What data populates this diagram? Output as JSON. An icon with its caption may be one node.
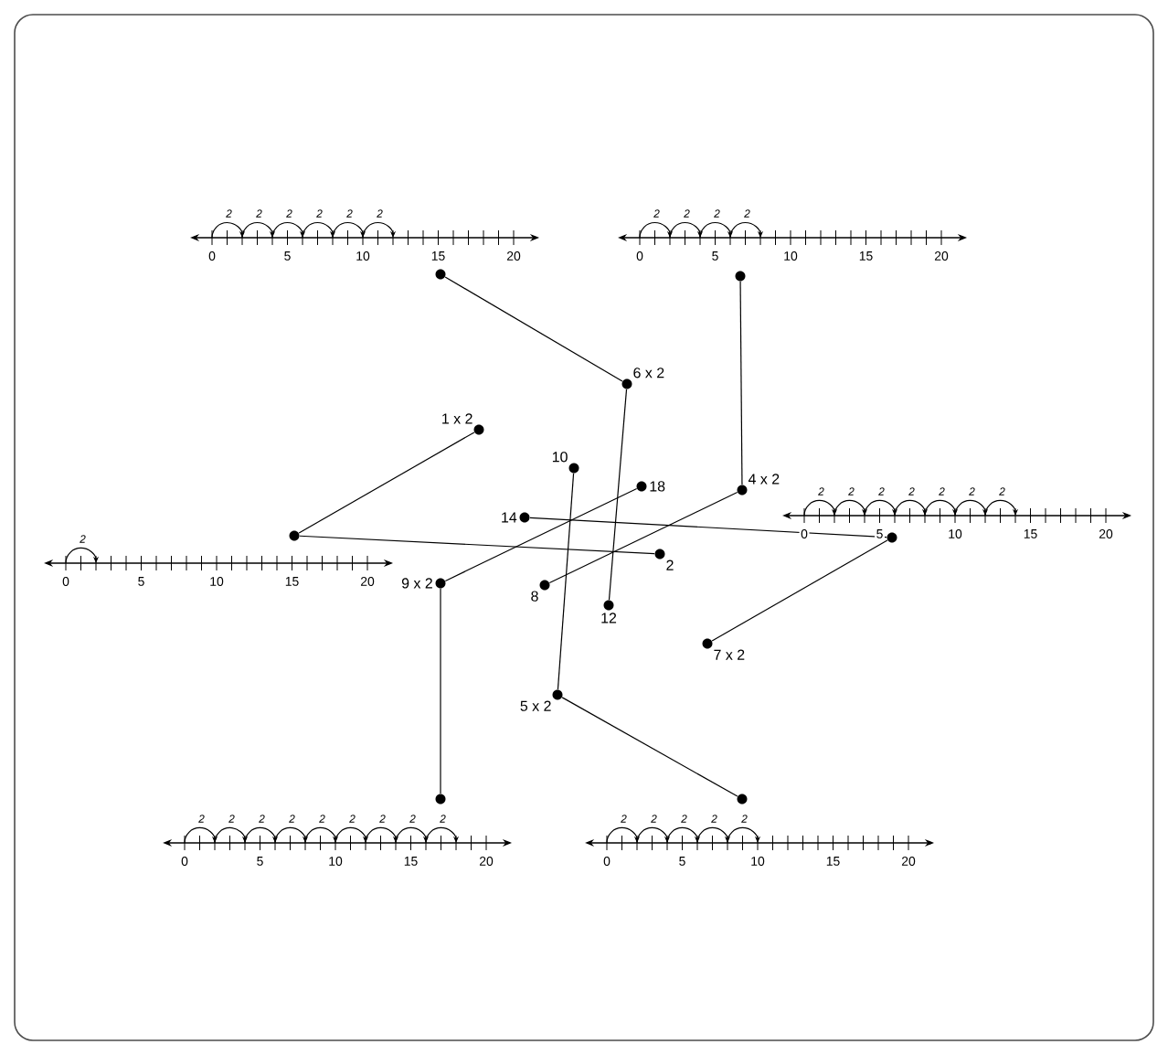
{
  "diagram": {
    "nodes": [
      {
        "text": [],
        "shape": "circle"
      },
      {
        "text": [],
        "shape": "circle"
      },
      {
        "text": [
          "6 x 2"
        ]
      },
      {
        "text": [
          "1 x 2"
        ]
      },
      {
        "text": [
          "10"
        ]
      },
      {
        "text": [
          "18"
        ]
      },
      {
        "text": [
          "4 x 2"
        ]
      },
      {
        "text": [
          "14"
        ]
      },
      {
        "text": [],
        "shape": "circle"
      },
      {
        "text": [],
        "shape": "circle"
      },
      {
        "text": [
          "2"
        ]
      },
      {
        "text": [
          "9 x 2"
        ]
      },
      {
        "text": [
          "8"
        ]
      },
      {
        "text": [
          "12"
        ]
      },
      {
        "text": [
          "7 x 2"
        ]
      },
      {
        "text": [
          "5 x 2"
        ]
      },
      {
        "text": [],
        "shape": "circle"
      },
      {
        "text": [],
        "shape": "circle"
      }
    ],
    "edges": [
      {
        "from": 0,
        "to": 2,
        "arrow": "none"
      },
      {
        "from": 2,
        "to": 13,
        "arrow": "none"
      },
      {
        "from": 1,
        "to": 6,
        "arrow": "none"
      },
      {
        "from": 6,
        "to": 12,
        "arrow": "none"
      },
      {
        "from": 3,
        "to": 8,
        "arrow": "none"
      },
      {
        "from": 8,
        "to": 10,
        "arrow": "none"
      },
      {
        "from": 7,
        "to": 9,
        "arrow": "none"
      },
      {
        "from": 14,
        "to": 9,
        "arrow": "none"
      },
      {
        "from": 16,
        "to": 11,
        "arrow": "none"
      },
      {
        "from": 11,
        "to": 5,
        "arrow": "none"
      },
      {
        "from": 17,
        "to": 15,
        "arrow": "none"
      },
      {
        "from": 15,
        "to": 4,
        "arrow": "none"
      }
    ],
    "labels": [
      "2",
      "2",
      "2",
      "2",
      "2",
      "2",
      "0",
      "5",
      "10",
      "15",
      "20",
      "2",
      "2",
      "2",
      "2",
      "0",
      "5",
      "10",
      "15",
      "20",
      "2",
      "2",
      "2",
      "2",
      "2",
      "2",
      "2",
      "0",
      "5",
      "10",
      "15",
      "20",
      "2",
      "0",
      "5",
      "10",
      "15",
      "20",
      "2",
      "2",
      "2",
      "2",
      "2",
      "2",
      "2",
      "2",
      "2",
      "0",
      "5",
      "10",
      "15",
      "20",
      "2",
      "2",
      "2",
      "2",
      "2",
      "0",
      "5",
      "10",
      "15",
      "20"
    ]
  }
}
